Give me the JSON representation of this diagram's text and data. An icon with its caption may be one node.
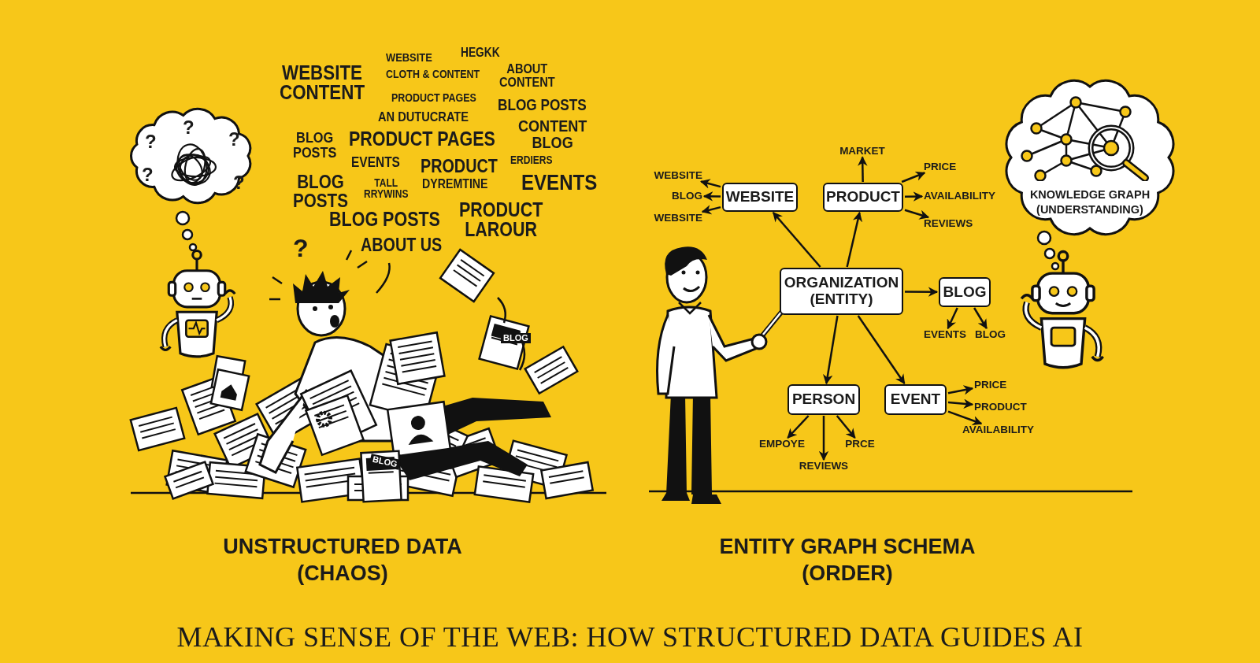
{
  "diagram": {
    "title": "MAKING SENSE OF THE WEB: HOW STRUCTURED DATA GUIDES AI",
    "nodes": [
      {
        "text": [
          "WEBSITE"
        ]
      },
      {
        "text": [
          "PRODUCT"
        ]
      },
      {
        "text": [
          "ORGANIZATION (ENTITY)"
        ]
      },
      {
        "text": [
          "BLOG"
        ]
      },
      {
        "text": [
          "PERSON"
        ]
      },
      {
        "text": [
          "EVENT"
        ]
      },
      {
        "text": [
          "WEBSITE"
        ]
      },
      {
        "text": [
          "BLOG"
        ]
      },
      {
        "text": [
          "WEBSITE"
        ]
      },
      {
        "text": [
          "MARKET"
        ]
      },
      {
        "text": [
          "PRICE"
        ]
      },
      {
        "text": [
          "AVAILABILITY"
        ]
      },
      {
        "text": [
          "REVIEWS"
        ]
      },
      {
        "text": [
          "EVENTS"
        ]
      },
      {
        "text": [
          "BLOG"
        ]
      },
      {
        "text": [
          "EMPOYE"
        ]
      },
      {
        "text": [
          "REVIEWS"
        ]
      },
      {
        "text": [
          "PRCE"
        ]
      },
      {
        "text": [
          "PRICE"
        ]
      },
      {
        "text": [
          "PRODUCT"
        ]
      },
      {
        "text": [
          "AVAILABILITY"
        ]
      },
      {
        "text": [
          "KNOWLEDGE GRAPH (UNDERSTANDING)"
        ]
      }
    ],
    "edges": [
      {
        "from": 2,
        "to": 0,
        "arrow": "to"
      },
      {
        "from": 2,
        "to": 1,
        "arrow": "to"
      },
      {
        "from": 2,
        "to": 3,
        "arrow": "to"
      },
      {
        "from": 2,
        "to": 4,
        "arrow": "to"
      },
      {
        "from": 2,
        "to": 5,
        "arrow": "to"
      },
      {
        "from": 0,
        "to": 6,
        "arrow": "to"
      },
      {
        "from": 0,
        "to": 7,
        "arrow": "to"
      },
      {
        "from": 0,
        "to": 8,
        "arrow": "to"
      },
      {
        "from": 1,
        "to": 9,
        "arrow": "to"
      },
      {
        "from": 1,
        "to": 10,
        "arrow": "to"
      },
      {
        "from": 1,
        "to": 11,
        "arrow": "to"
      },
      {
        "from": 1,
        "to": 12,
        "arrow": "to"
      },
      {
        "from": 3,
        "to": 13,
        "arrow": "to"
      },
      {
        "from": 3,
        "to": 14,
        "arrow": "to"
      },
      {
        "from": 4,
        "to": 15,
        "arrow": "to"
      },
      {
        "from": 4,
        "to": 16,
        "arrow": "to"
      },
      {
        "from": 4,
        "to": 17,
        "arrow": "to"
      },
      {
        "from": 5,
        "to": 18,
        "arrow": "to"
      },
      {
        "from": 5,
        "to": 19,
        "arrow": "to"
      },
      {
        "from": 5,
        "to": 20,
        "arrow": "to"
      }
    ],
    "labels": [
      "HEGKK",
      "WEBSITE",
      "WEBSITE CONTENT",
      "CLOTH & CONTENT",
      "ABOUT CONTENT",
      "PRODUCT PAGES",
      "BLOG POSTS",
      "AN DUTUCRATE",
      "CONTENT BLOG",
      "BLOG POSTS",
      "PRODUCT PAGES",
      "EVENTS",
      "PRODUCT",
      "ERDIERS",
      "EVENTS",
      "BLOG POSTS",
      "TALL RRYWINS",
      "DYREMTINE",
      "BLOG POSTS",
      "PRODUCT LAROUR",
      "ABOUT US",
      "?",
      "?",
      "?",
      "?",
      "?",
      "?",
      "BLOG",
      "BLOG",
      "UNSTRUCTURED DATA (CHAOS)",
      "ENTITY GRAPH SCHEMA (ORDER)"
    ]
  }
}
